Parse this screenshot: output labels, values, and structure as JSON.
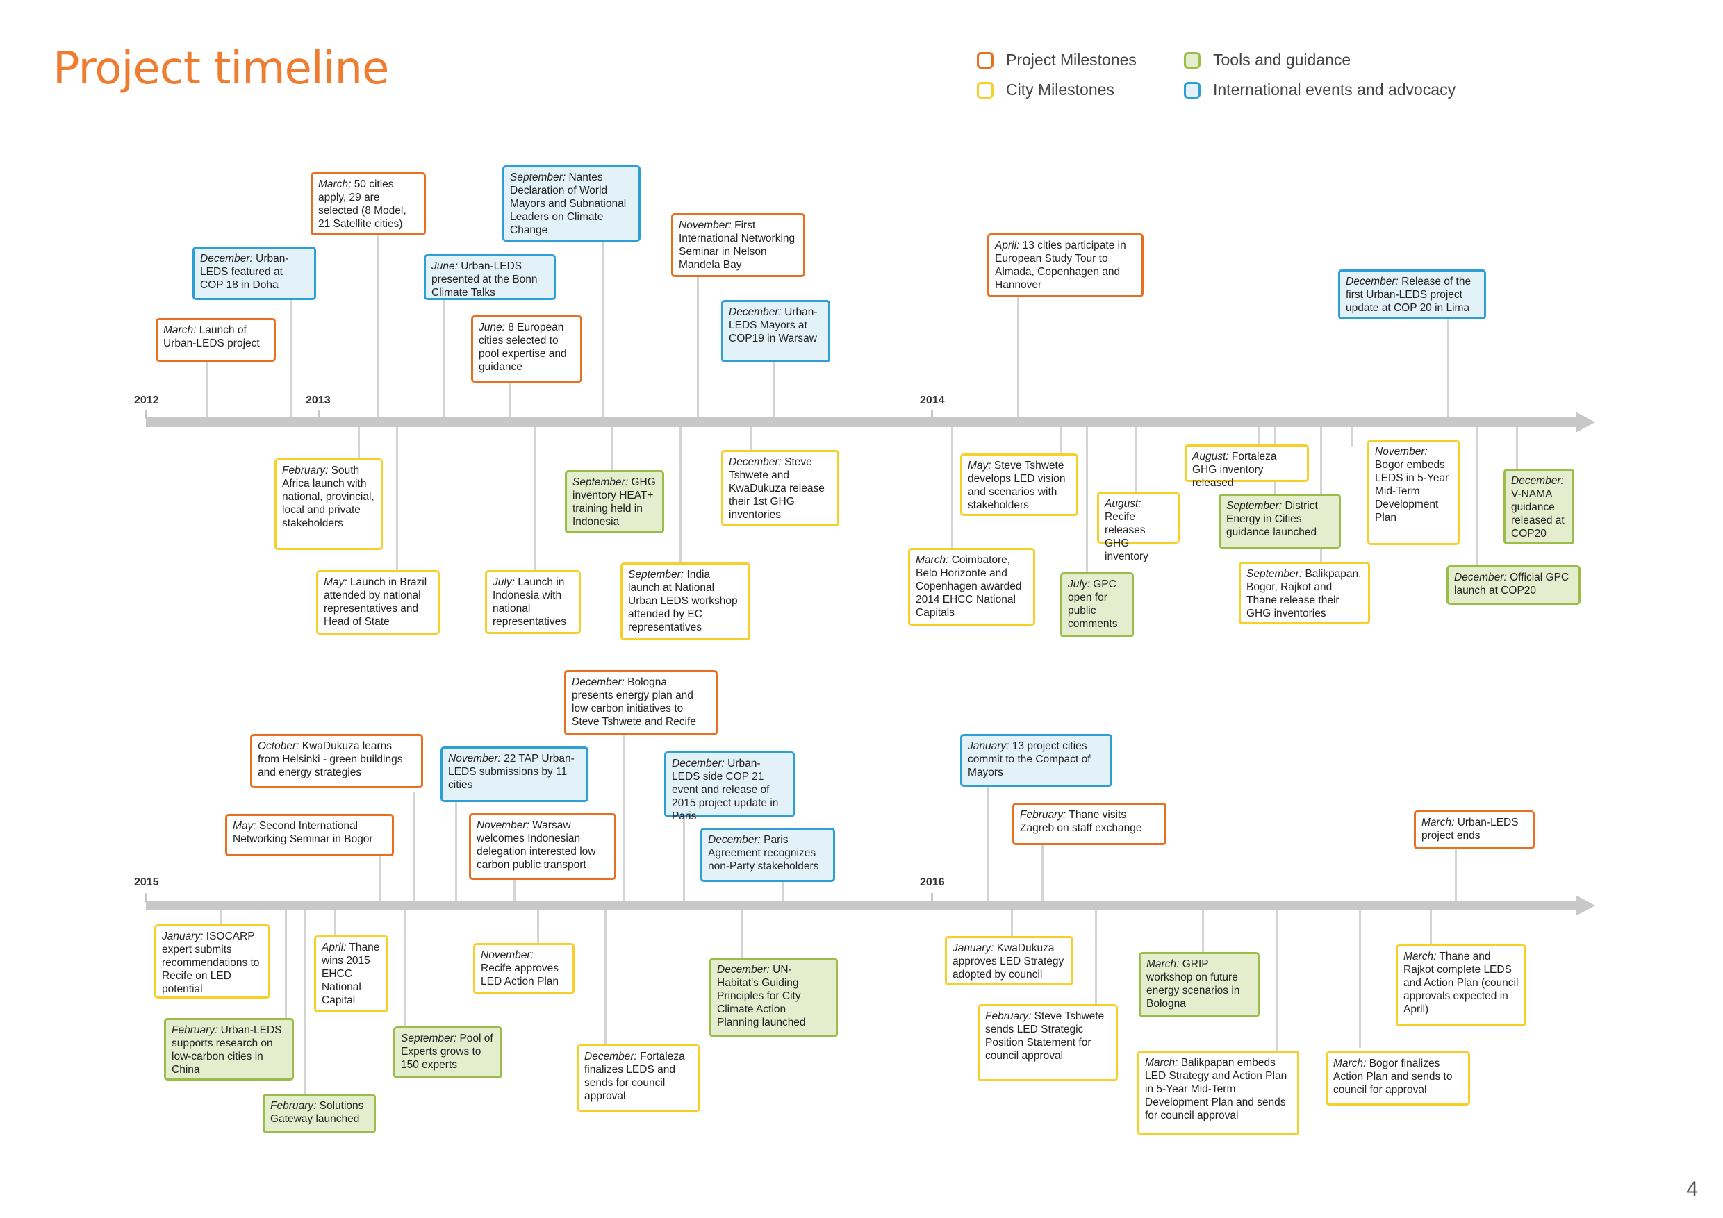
{
  "page_title": "Project timeline",
  "page_number": "4",
  "legend": [
    {
      "label": "Project Milestones",
      "color": "#e86f1f"
    },
    {
      "label": "City Milestones",
      "color": "#f7cf2a"
    },
    {
      "label": "Tools and guidance",
      "color": "#9cbc4a"
    },
    {
      "label": "International events and advocacy",
      "color": "#2d9fd4"
    }
  ],
  "years": [
    "2012",
    "2013",
    "2014",
    "2015",
    "2016"
  ],
  "events": [
    {
      "month": "March:",
      "text": "Launch of Urban-LEDS project",
      "category": "project"
    },
    {
      "month": "December:",
      "text": "Urban-LEDS featured at COP 18 in Doha",
      "category": "intl"
    },
    {
      "month": "March;",
      "text": " 50 cities apply, 29 are selected (8 Model, 21 Satellite cities)",
      "category": "project"
    },
    {
      "month": "June:",
      "text": "Urban-LEDS presented at the Bonn Climate Talks",
      "category": "intl"
    },
    {
      "month": "September:",
      "text": "Nantes Declaration of World Mayors and Subnational Leaders on Climate Change",
      "category": "intl"
    },
    {
      "month": "June:",
      "text": "8 European cities selected to pool expertise and guidance",
      "category": "project"
    },
    {
      "month": "November:",
      "text": "First International Networking Seminar in Nelson Mandela Bay",
      "category": "project"
    },
    {
      "month": "December:",
      "text": "Urban-LEDS Mayors at COP19 in Warsaw",
      "category": "intl"
    },
    {
      "month": "April:",
      "text": " 13 cities participate in European Study Tour to Almada, Copenhagen and Hannover",
      "category": "project"
    },
    {
      "month": "December:",
      "text": "Release of the first Urban-LEDS project update at COP 20 in Lima",
      "category": "intl"
    },
    {
      "month": "February:",
      "text": "South Africa launch with national, provincial, local and private stakeholders",
      "category": "city"
    },
    {
      "month": "May:",
      "text": "Launch in Brazil attended by national representatives and Head of State",
      "category": "city"
    },
    {
      "month": "July:",
      "text": "Launch in Indonesia with national representatives",
      "category": "city"
    },
    {
      "month": "September:",
      "text": "GHG inventory HEAT+ training held in Indonesia",
      "category": "tool"
    },
    {
      "month": "September:",
      "text": " India launch at National Urban LEDS workshop attended by EC representatives",
      "category": "city"
    },
    {
      "month": "December:",
      "text": "Steve Tshwete and KwaDukuza release their 1st GHG inventories",
      "category": "city"
    },
    {
      "month": "March:",
      "text": "Coimbatore, Belo Horizonte and Copenhagen awarded 2014 EHCC National Capitals",
      "category": "city"
    },
    {
      "month": "May:",
      "text": "Steve Tshwete develops LED vision and scenarios with stakeholders",
      "category": "city"
    },
    {
      "month": "July:",
      "text": "GPC open for public comments",
      "category": "tool"
    },
    {
      "month": "August:",
      "text": "Recife releases GHG inventory",
      "category": "city"
    },
    {
      "month": "August:",
      "text": "Fortaleza GHG inventory released",
      "category": "city"
    },
    {
      "month": "September:",
      "text": "District Energy in Cities guidance launched",
      "category": "tool"
    },
    {
      "month": "September:",
      "text": "Balikpapan, Bogor, Rajkot and Thane release their GHG inventories",
      "category": "city"
    },
    {
      "month": "November:",
      "text": "Bogor embeds LEDS in 5-Year Mid-Term Development Plan",
      "category": "city"
    },
    {
      "month": "December:",
      "text": "V-NAMA guidance released at COP20",
      "category": "tool"
    },
    {
      "month": "December:",
      "text": "Official GPC launch at COP20",
      "category": "tool"
    },
    {
      "month": "October:",
      "text": "KwaDukuza learns from Helsinki - green buildings and energy strategies",
      "category": "project"
    },
    {
      "month": "May:",
      "text": "Second International Networking Seminar in Bogor",
      "category": "project"
    },
    {
      "month": "November:",
      "text": "22 TAP Urban-LEDS submissions by 11 cities",
      "category": "intl"
    },
    {
      "month": "December:",
      "text": "Bologna presents  energy plan and low carbon initiatives to Steve Tshwete and Recife",
      "category": "project"
    },
    {
      "month": "November:",
      "text": "Warsaw welcomes Indonesian delegation interested low carbon public transport",
      "category": "project"
    },
    {
      "month": "December:",
      "text": "Urban-LEDS side COP 21 event and release of 2015 project update in Paris",
      "category": "intl"
    },
    {
      "month": "December:",
      "text": "Paris Agreement recognizes non-Party stakeholders",
      "category": "intl"
    },
    {
      "month": "January:",
      "text": "13 project cities commit to the Compact of Mayors",
      "category": "intl"
    },
    {
      "month": "February:",
      "text": "Thane visits Zagreb on staff exchange",
      "category": "project"
    },
    {
      "month": "March:",
      "text": "Urban-LEDS project ends",
      "category": "project"
    },
    {
      "month": "January:",
      "text": "ISOCARP expert submits recommendations to Recife on LED potential",
      "category": "city"
    },
    {
      "month": "February:",
      "text": "Urban-LEDS supports research on low-carbon cities in China",
      "category": "tool"
    },
    {
      "month": "February:",
      "text": "Solutions Gateway launched",
      "category": "tool"
    },
    {
      "month": "April:",
      "text": "Thane wins 2015 EHCC National Capital",
      "category": "city"
    },
    {
      "month": "September:",
      "text": "Pool of Experts grows to 150  experts",
      "category": "tool"
    },
    {
      "month": "November:",
      "text": "Recife approves LED Action Plan",
      "category": "city"
    },
    {
      "month": "December:",
      "text": "Fortaleza finalizes LEDS and sends for council approval",
      "category": "city"
    },
    {
      "month": "December:",
      "text": "UN-Habitat's Guiding Principles for City Climate Action Planning launched",
      "category": "tool"
    },
    {
      "month": "January:",
      "text": " KwaDukuza approves LED Strategy adopted by council",
      "category": "city"
    },
    {
      "month": "February:",
      "text": " Steve Tshwete sends LED Strategic Position Statement for council approval",
      "category": "city"
    },
    {
      "month": "March:",
      "text": "GRIP workshop on future energy scenarios in Bologna",
      "category": "tool"
    },
    {
      "month": "March:",
      "text": "Balikpapan embeds LED Strategy and Action Plan in 5-Year Mid-Term Development Plan and sends for council approval",
      "category": "city"
    },
    {
      "month": "March:",
      "text": "Bogor finalizes Action Plan and sends to council for approval",
      "category": "city"
    },
    {
      "month": "March:",
      "text": "Thane and Rajkot complete LEDS and Action Plan (council approvals expected in April)",
      "category": "city"
    }
  ]
}
